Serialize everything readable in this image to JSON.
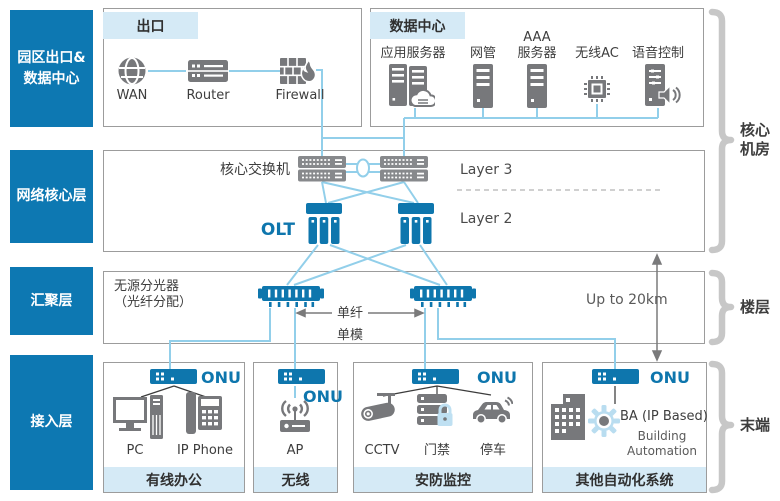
{
  "colors": {
    "brand_blue": "#0e76ad",
    "label_blue": "#0d78b2",
    "light_blue_fill": "#d5eaf6",
    "line_blue": "#92cfea",
    "icon_gray": "#77787b",
    "border_gray": "#9c9c9c"
  },
  "left_labels": {
    "row1": "园区出口&\n数据中心",
    "row2": "网络核心层",
    "row3": "汇聚层",
    "row4": "接入层"
  },
  "exit_box": {
    "title": "出口",
    "wan": "WAN",
    "router": "Router",
    "firewall": "Firewall"
  },
  "dc_box": {
    "title": "数据中心",
    "app_server": "应用服务器",
    "nms": "网管",
    "aaa": "AAA\n服务器",
    "wlan_ac": "无线AC",
    "voice": "语音控制"
  },
  "core_box": {
    "core_switch": "核心交换机",
    "layer3": "Layer 3",
    "layer2": "Layer 2",
    "olt": "OLT"
  },
  "agg_box": {
    "splitter": "无源分光器\n（光纤分配）",
    "fiber": "单纤\n单模",
    "distance": "Up to 20km"
  },
  "access": {
    "wired": {
      "onu": "ONU",
      "pc": "PC",
      "ip_phone": "IP Phone",
      "footer": "有线办公"
    },
    "wireless": {
      "onu": "ONU",
      "ap": "AP",
      "footer": "无线"
    },
    "security": {
      "onu": "ONU",
      "cctv": "CCTV",
      "door": "门禁",
      "parking": "停车",
      "footer": "安防监控"
    },
    "automation": {
      "onu": "ONU",
      "ba": "BA (IP Based)",
      "ba_sub": "Building\nAutomation",
      "footer": "其他自动化系统"
    }
  },
  "brackets": {
    "core_room": "核心\n机房",
    "floor": "楼层",
    "terminal": "末端"
  }
}
